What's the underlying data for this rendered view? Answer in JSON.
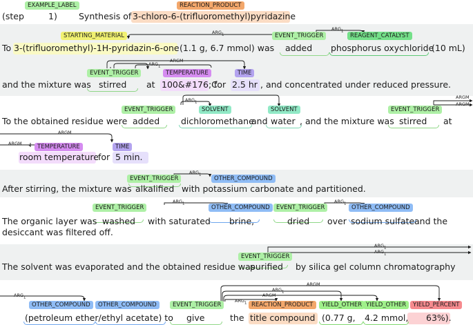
{
  "labels": {
    "example_label": "EXAMPLE_LABEL",
    "reaction_product": "REACTION_PRODUCT",
    "starting_material": "STARTING_MATERIAL",
    "event_trigger": "EVENT_TRIGGER",
    "reagent_catalyst": "REAGENT_CATALYST",
    "temperature": "TEMPERATURE",
    "time": "TIME",
    "solvent": "SOLVENT",
    "other_compound": "OTHER_COMPOUND",
    "yield_other": "YIELD_OTHER",
    "yield_percent": "YIELD_PERCENT"
  },
  "args": {
    "arg1": "ARG",
    "argm": "ARGM",
    "sub1": "1"
  },
  "lines": {
    "l1": {
      "w1": "(step",
      "w2": "1)",
      "w3": "Synthesis of",
      "w4": "3-chloro-6-(trifluoromethyl)pyridazine"
    },
    "l2": {
      "w1": "To",
      "w2": "3-(trifluoromethyl)-1H-pyridazin-6-one",
      "w3": "(1.1 g, 6.7 mmol) was",
      "w4": "added",
      "w5": "phosphorus oxychloride",
      "w6": "(10 mL)"
    },
    "l3": {
      "w1": "and the mixture was",
      "w2": "stirred",
      "w3": "at",
      "w4": "100&#176;C",
      "w5": "for",
      "w6": "2.5 hr",
      "w7": ", and concentrated under reduced pressure."
    },
    "l4": {
      "w1": "To the obtained residue were",
      "w2": "added",
      "w3": "dichloromethane",
      "w4": "and",
      "w5": "water",
      "w6": ", and the mixture was",
      "w7": "stirred",
      "w8": "at"
    },
    "l5": {
      "w1": "room temperature",
      "w2": "for",
      "w3": "5 min."
    },
    "l6": {
      "w1": "After stirring, the mixture was",
      "w2": "alkalified",
      "w3": "with potassium carbonate and partitioned."
    },
    "l7": {
      "w1": "The organic layer was",
      "w2": "washed",
      "w3": "with saturated",
      "w4": "brine,",
      "w5": "dried",
      "w6": "over",
      "w7": "sodium sulfate",
      "w8": "and the"
    },
    "l8": {
      "w1": "desiccant was filtered off."
    },
    "l9": {
      "w1": "The solvent was evaporated and the obtained residue was",
      "w2": "purified",
      "w3": "by silica gel column chromatography"
    },
    "l10": {
      "w1": "(petroleum ether/ethyl acetate) to",
      "w2": "give",
      "w3": "the",
      "w4": "title compound",
      "w5": "(0.77 g,",
      "w6": "4.2 mmol,",
      "w7": "63%)."
    }
  },
  "colors": {
    "event_trigger": "#aef0a6",
    "reaction_product": "#f3a76b",
    "starting_material": "#f1f171",
    "reagent_catalyst": "#74e089",
    "temperature": "#d58cf0",
    "time": "#b3a3ef",
    "solvent": "#91e9c6",
    "other_compound": "#8fbcf5",
    "yield_percent": "#f68a8e",
    "band": "#eff1f1"
  }
}
